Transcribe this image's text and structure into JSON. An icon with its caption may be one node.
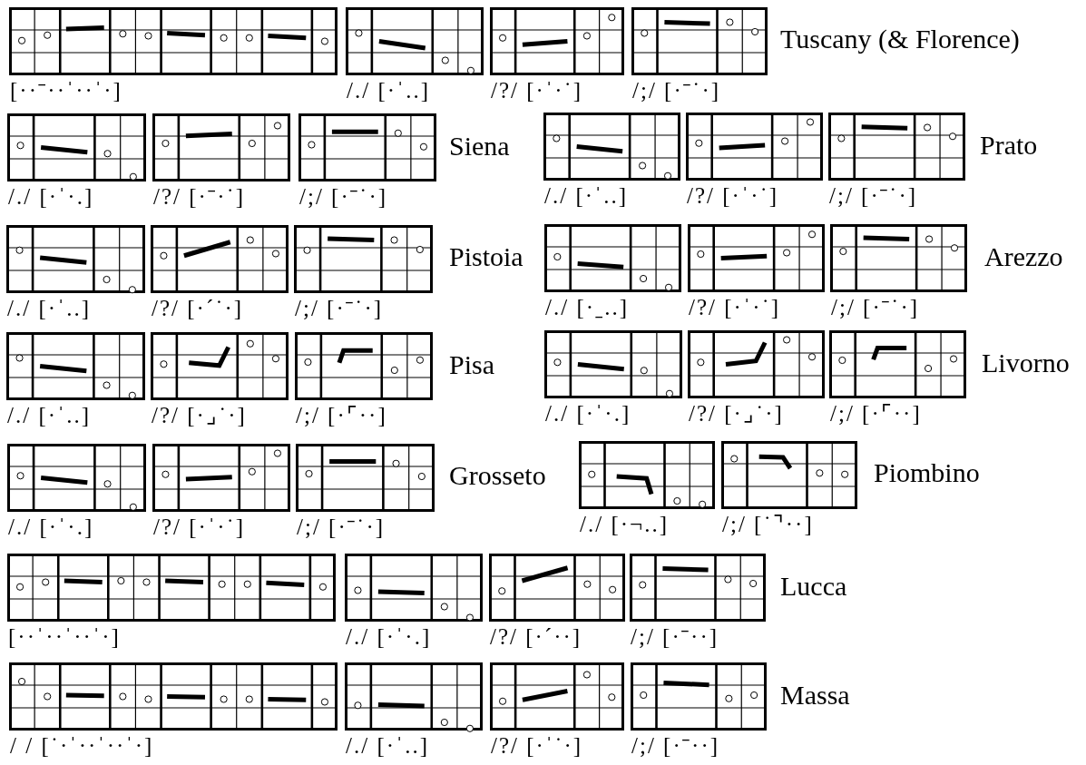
{
  "diagram": {
    "labels": [
      "Tuscany (& Florence)",
      "[··ˉ··ˈ··ˈ·]",
      "/./ [·ˈ..]",
      "/?/ [·ˈ·˙]",
      "/;/ [·ˉ˙·]",
      "Siena",
      "Prato",
      "/./ [·ˈ·.]",
      "/?/ [·ˉ·˙]",
      "/;/ [·ˉ˙·]",
      "/./ [·ˈ..]",
      "/?/ [·ˈ·˙]",
      "/;/ [·ˉ˙·]",
      "Pistoia",
      "Arezzo",
      "/./ [·ˈ..]",
      "/?/ [·ˊ˙·]",
      "/;/ [·ˉ˙·]",
      "/./ [·ˍ..]",
      "/?/ [·ˈ·˙]",
      "/;/ [·ˉ˙·]",
      "Pisa",
      "Livorno",
      "/./ [·ˈ..]",
      "/?/ [·⌟˙·]",
      "/;/ [·⌜··]",
      "/./ [·ˈ·.]",
      "/?/ [·⌟˙·]",
      "/;/ [·⌜··]",
      "Grosseto",
      "Piombino",
      "/./ [·ˈ·.]",
      "/?/ [·ˈ·˙]",
      "/;/ [·ˉ˙·]",
      "/./ [·¬..]",
      "/;/ [˙⌝··]",
      "Lucca",
      "[··ˈ··ˈ··ˈ·]",
      "/./ [·ˈ·.]",
      "/?/ [·ˊ··]",
      "/;/ [·ˉ··]",
      "Massa",
      "/ / [˙·ˈ··ˈ··ˈ·]",
      "/./ [·ˈ..]",
      "/?/ [·ˈ˙·]",
      "/;/ [·ˉ··]"
    ]
  }
}
